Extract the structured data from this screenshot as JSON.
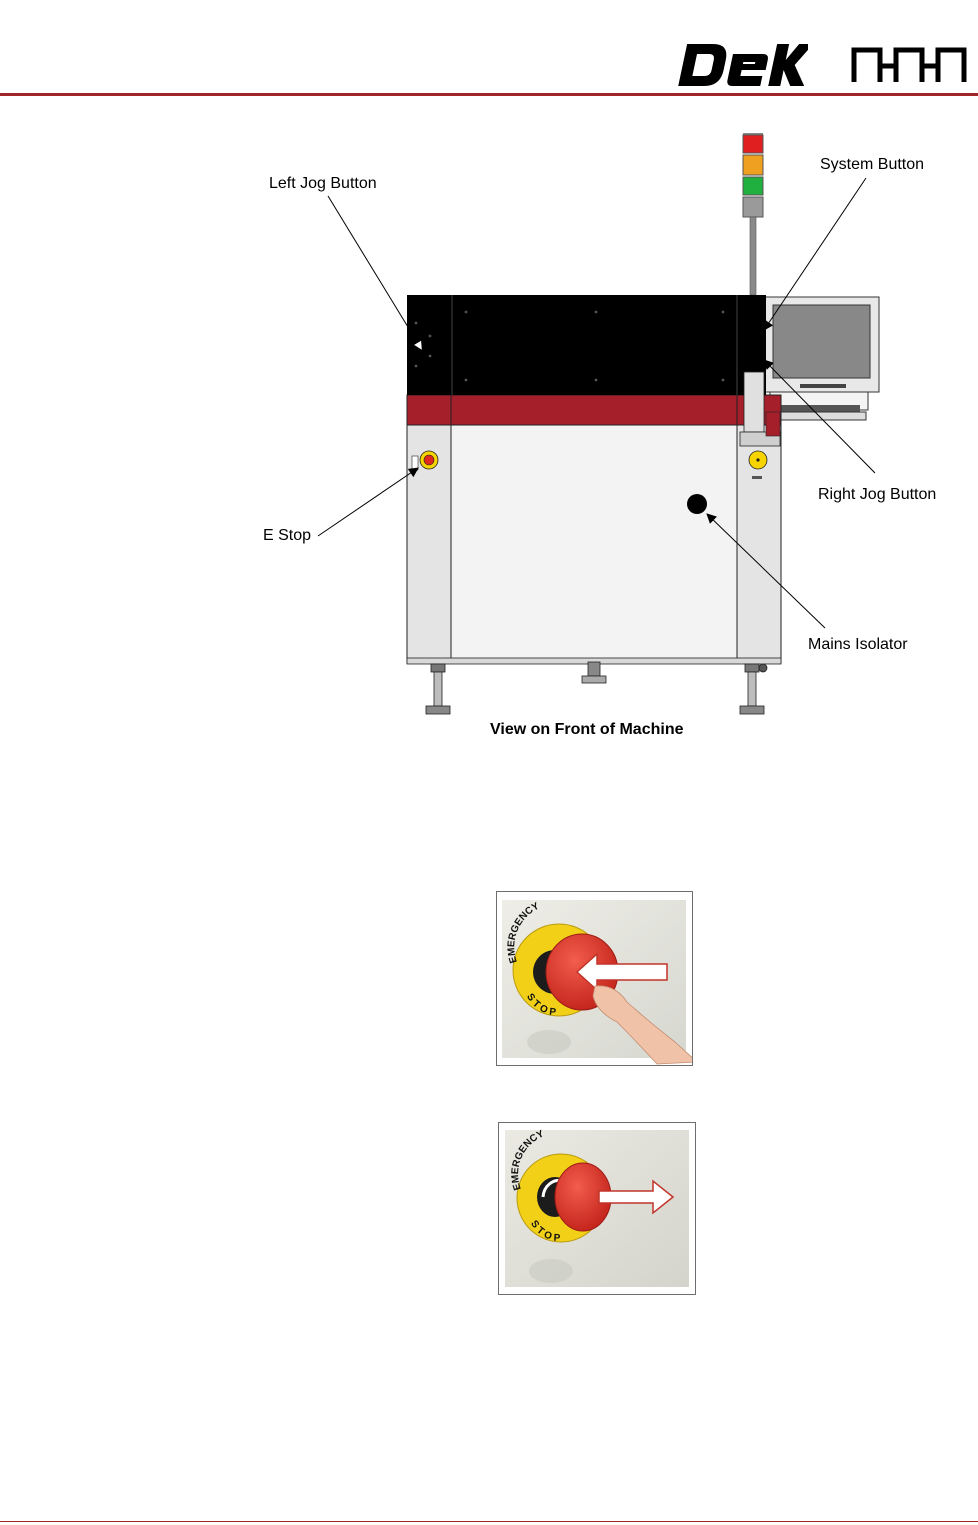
{
  "header": {
    "brand_logo_text": "DEK",
    "secondary_logo_name": "secondary-brand-logo"
  },
  "diagram": {
    "labels": {
      "left_jog": "Left Jog Button",
      "system": "System Button",
      "right_jog": "Right Jog Button",
      "e_stop": "E Stop",
      "mains_isolator": "Mains Isolator"
    },
    "caption": "View on Front of Machine"
  },
  "photos": {
    "press": {
      "badge_top": "EMERGENCY",
      "badge_bottom": "STOP"
    },
    "release": {
      "badge_top": "EMERGENCY",
      "badge_bottom": "STOP"
    }
  },
  "colors": {
    "rule": "#a0262b",
    "machine_band": "#a51f2b",
    "panel_black": "#000000",
    "light_red": "#e02020",
    "light_amber": "#f0a020",
    "light_green": "#20b040",
    "estop_yellow": "#f5d400",
    "estop_red": "#e0281e"
  }
}
